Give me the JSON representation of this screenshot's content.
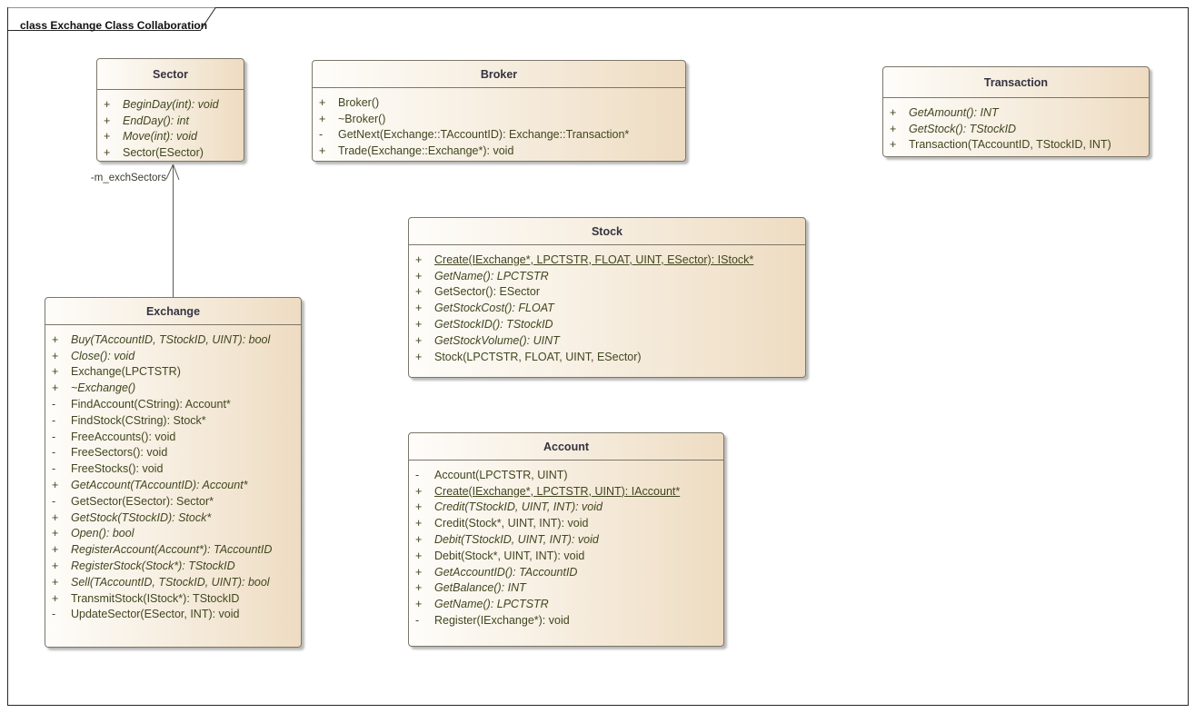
{
  "frame": {
    "title": "class Exchange Class Collaboration"
  },
  "colors": {
    "box_fill_light": "#fefdfa",
    "box_fill_dark": "#eedcc2",
    "box_border": "#7c7668",
    "member_text": "#41461f",
    "title_text": "#353341",
    "frame_border": "#262626",
    "connector_line": "#5a5a52",
    "shadow": "#a8a8a8"
  },
  "connector": {
    "label": "-m_exchSectors",
    "from": "Exchange",
    "to": "Sector",
    "type": "association-arrow-open"
  },
  "classes": [
    {
      "name": "Sector",
      "members": [
        {
          "vis": "+",
          "text": "BeginDay(int): void",
          "style": "italic"
        },
        {
          "vis": "+",
          "text": "EndDay(): int",
          "style": "italic"
        },
        {
          "vis": "+",
          "text": "Move(int): void",
          "style": "italic"
        },
        {
          "vis": "+",
          "text": "Sector(ESector)",
          "style": "normal"
        }
      ]
    },
    {
      "name": "Broker",
      "members": [
        {
          "vis": "+",
          "text": "Broker()",
          "style": "normal"
        },
        {
          "vis": "+",
          "text": "~Broker()",
          "style": "normal"
        },
        {
          "vis": "-",
          "text": "GetNext(Exchange::TAccountID): Exchange::Transaction*",
          "style": "normal"
        },
        {
          "vis": "+",
          "text": "Trade(Exchange::Exchange*): void",
          "style": "normal"
        }
      ]
    },
    {
      "name": "Transaction",
      "members": [
        {
          "vis": "+",
          "text": "GetAmount(): INT",
          "style": "italic"
        },
        {
          "vis": "+",
          "text": "GetStock(): TStockID",
          "style": "italic"
        },
        {
          "vis": "+",
          "text": "Transaction(TAccountID, TStockID, INT)",
          "style": "normal"
        }
      ]
    },
    {
      "name": "Stock",
      "members": [
        {
          "vis": "+",
          "text": "Create(IExchange*, LPCTSTR, FLOAT, UINT, ESector): IStock*",
          "style": "underline"
        },
        {
          "vis": "+",
          "text": "GetName(): LPCTSTR",
          "style": "italic"
        },
        {
          "vis": "+",
          "text": "GetSector(): ESector",
          "style": "normal"
        },
        {
          "vis": "+",
          "text": "GetStockCost(): FLOAT",
          "style": "italic"
        },
        {
          "vis": "+",
          "text": "GetStockID(): TStockID",
          "style": "italic"
        },
        {
          "vis": "+",
          "text": "GetStockVolume(): UINT",
          "style": "italic"
        },
        {
          "vis": "+",
          "text": "Stock(LPCTSTR, FLOAT, UINT, ESector)",
          "style": "normal"
        }
      ]
    },
    {
      "name": "Exchange",
      "members": [
        {
          "vis": "+",
          "text": "Buy(TAccountID, TStockID, UINT): bool",
          "style": "italic"
        },
        {
          "vis": "+",
          "text": "Close(): void",
          "style": "italic"
        },
        {
          "vis": "+",
          "text": "Exchange(LPCTSTR)",
          "style": "normal"
        },
        {
          "vis": "+",
          "text": "~Exchange()",
          "style": "italic"
        },
        {
          "vis": "-",
          "text": "FindAccount(CString): Account*",
          "style": "normal"
        },
        {
          "vis": "-",
          "text": "FindStock(CString): Stock*",
          "style": "normal"
        },
        {
          "vis": "-",
          "text": "FreeAccounts(): void",
          "style": "normal"
        },
        {
          "vis": "-",
          "text": "FreeSectors(): void",
          "style": "normal"
        },
        {
          "vis": "-",
          "text": "FreeStocks(): void",
          "style": "normal"
        },
        {
          "vis": "+",
          "text": "GetAccount(TAccountID): Account*",
          "style": "italic"
        },
        {
          "vis": "-",
          "text": "GetSector(ESector): Sector*",
          "style": "normal"
        },
        {
          "vis": "+",
          "text": "GetStock(TStockID): Stock*",
          "style": "italic"
        },
        {
          "vis": "+",
          "text": "Open(): bool",
          "style": "italic"
        },
        {
          "vis": "+",
          "text": "RegisterAccount(Account*): TAccountID",
          "style": "italic"
        },
        {
          "vis": "+",
          "text": "RegisterStock(Stock*): TStockID",
          "style": "italic"
        },
        {
          "vis": "+",
          "text": "Sell(TAccountID, TStockID, UINT): bool",
          "style": "italic"
        },
        {
          "vis": "+",
          "text": "TransmitStock(IStock*): TStockID",
          "style": "normal"
        },
        {
          "vis": "-",
          "text": "UpdateSector(ESector, INT): void",
          "style": "normal"
        }
      ]
    },
    {
      "name": "Account",
      "members": [
        {
          "vis": "-",
          "text": "Account(LPCTSTR, UINT)",
          "style": "normal"
        },
        {
          "vis": "+",
          "text": "Create(IExchange*, LPCTSTR, UINT): IAccount*",
          "style": "underline"
        },
        {
          "vis": "+",
          "text": "Credit(TStockID, UINT, INT): void",
          "style": "italic"
        },
        {
          "vis": "+",
          "text": "Credit(Stock*, UINT, INT): void",
          "style": "normal"
        },
        {
          "vis": "+",
          "text": "Debit(TStockID, UINT, INT): void",
          "style": "italic"
        },
        {
          "vis": "+",
          "text": "Debit(Stock*, UINT, INT): void",
          "style": "normal"
        },
        {
          "vis": "+",
          "text": "GetAccountID(): TAccountID",
          "style": "italic"
        },
        {
          "vis": "+",
          "text": "GetBalance(): INT",
          "style": "italic"
        },
        {
          "vis": "+",
          "text": "GetName(): LPCTSTR",
          "style": "italic"
        },
        {
          "vis": "-",
          "text": "Register(IExchange*): void",
          "style": "normal"
        }
      ]
    }
  ]
}
